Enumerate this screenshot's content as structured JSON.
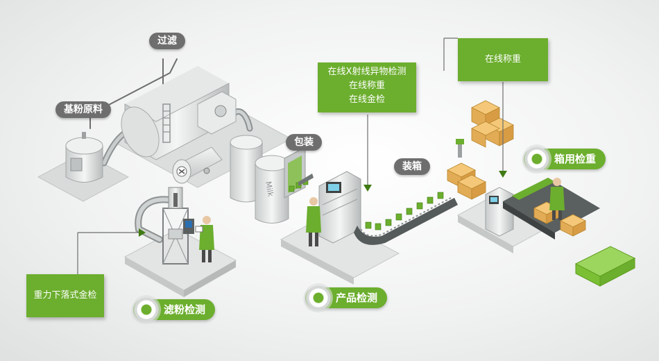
{
  "labels": {
    "filter": "过滤",
    "base_powder": "基粉原料",
    "packaging": "包装",
    "boxing": "装箱"
  },
  "callouts": {
    "product_check": [
      "在线X射线异物检测",
      "在线称重",
      "在线金检"
    ],
    "box_weigh": "在线称重",
    "gravity": "重力下落式金检"
  },
  "badges": {
    "powder_detect": "滤粉检测",
    "product_detect": "产品检测",
    "box_weigh": "箱用检重"
  },
  "tank_text": "Milk",
  "colors": {
    "accent": "#6cae2e",
    "label_bg": "#6e6e6e"
  }
}
